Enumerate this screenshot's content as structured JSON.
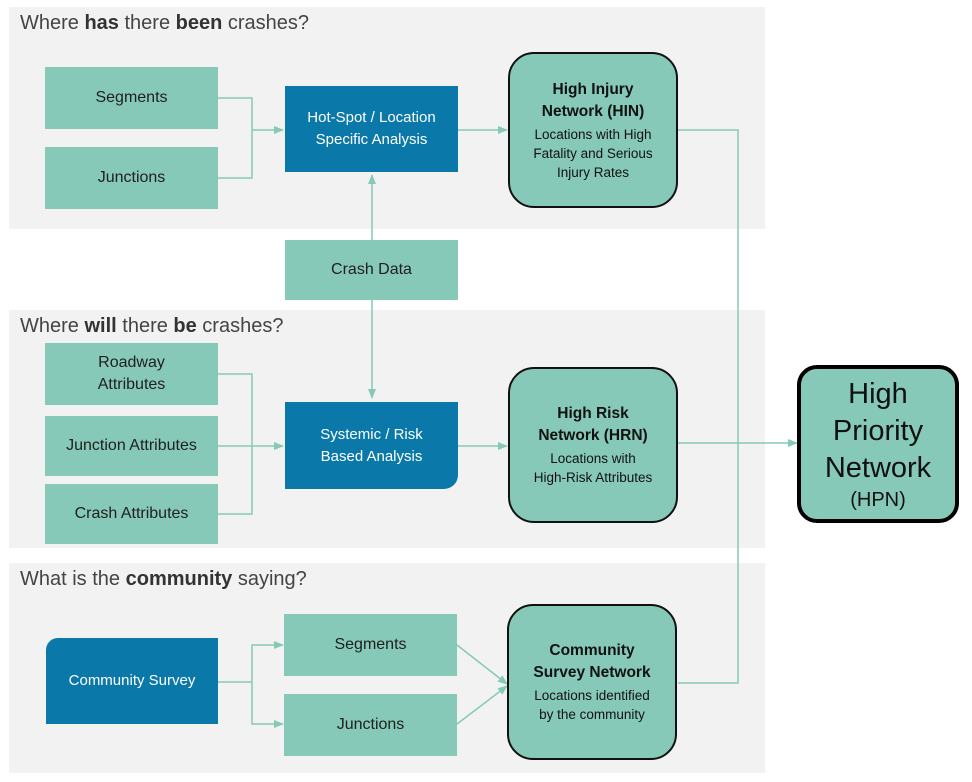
{
  "sections": {
    "past": {
      "pre": "Where ",
      "b1": "has",
      "mid": " there ",
      "b2": "been",
      "post": " crashes?"
    },
    "future": {
      "pre": "Where ",
      "b1": "will",
      "mid": " there ",
      "b2": "be",
      "post": " crashes?"
    },
    "community": {
      "pre": "What is the ",
      "b1": "community",
      "post": " saying?"
    }
  },
  "inputs": {
    "segments": "Segments",
    "junctions": "Junctions",
    "crash_data": "Crash Data",
    "roadway_attr_1": "Roadway",
    "roadway_attr_2": "Attributes",
    "junction_attributes": "Junction Attributes",
    "crash_attributes": "Crash Attributes",
    "community_segments": "Segments",
    "community_junctions": "Junctions"
  },
  "processes": {
    "hotspot_1": "Hot-Spot / Location",
    "hotspot_2": "Specific Analysis",
    "systemic_1": "Systemic / Risk",
    "systemic_2": "Based Analysis",
    "community_survey": "Community Survey"
  },
  "networks": {
    "hin": {
      "title_1": "High Injury",
      "title_2": "Network (HIN)",
      "desc_1": "Locations with High",
      "desc_2": "Fatality and Serious",
      "desc_3": "Injury Rates"
    },
    "hrn": {
      "title_1": "High Risk",
      "title_2": "Network (HRN)",
      "desc_1": "Locations with",
      "desc_2": "High-Risk Attributes"
    },
    "csn": {
      "title_1": "Community",
      "title_2": "Survey Network",
      "desc_1": "Locations identified",
      "desc_2": "by the community"
    }
  },
  "output": {
    "line_1": "High",
    "line_2": "Priority",
    "line_3": "Network",
    "line_4": "(HPN)"
  },
  "colors": {
    "teal": "#87c9b8",
    "blue": "#0a78a8",
    "panel": "#f2f2f2",
    "connector": "#87c9b8"
  }
}
